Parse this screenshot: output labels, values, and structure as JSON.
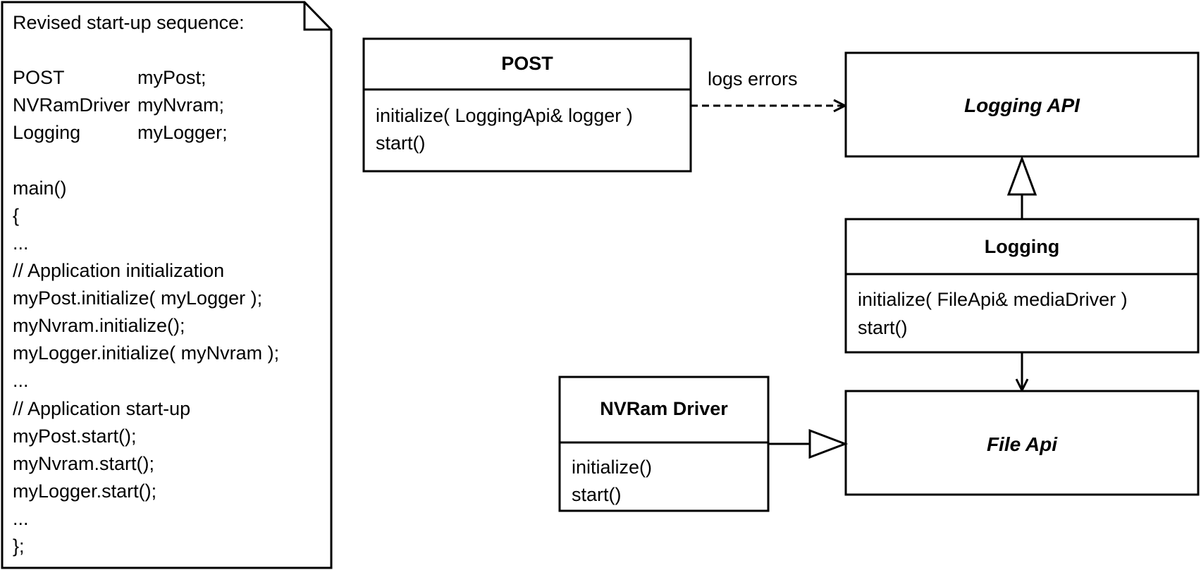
{
  "note": {
    "lines": [
      "Revised start-up sequence:",
      "",
      "POST",
      "NVRamDriver",
      "Logging",
      "",
      "main()",
      "{",
      "...",
      "// Application initialization",
      "myPost.initialize( myLogger );",
      "myNvram.initialize();",
      "myLogger.initialize( myNvram );",
      "...",
      "// Application start-up",
      "myPost.start();",
      "myNvram.start();",
      "myLogger.start();",
      "...",
      "};"
    ],
    "declarations": [
      "myPost;",
      "myNvram;",
      "myLogger;"
    ]
  },
  "classes": {
    "post": {
      "name": "POST",
      "members": [
        "initialize( LoggingApi& logger )",
        "start()"
      ]
    },
    "logging": {
      "name": "Logging",
      "members": [
        "initialize( FileApi& mediaDriver )",
        "start()"
      ]
    },
    "nvram": {
      "name": "NVRam Driver",
      "members": [
        "initialize()",
        "start()"
      ]
    }
  },
  "interfaces": {
    "logging_api": {
      "name": "Logging API"
    },
    "file_api": {
      "name": "File Api"
    }
  },
  "edges": {
    "post_to_logging_api": {
      "label": "logs errors"
    }
  }
}
